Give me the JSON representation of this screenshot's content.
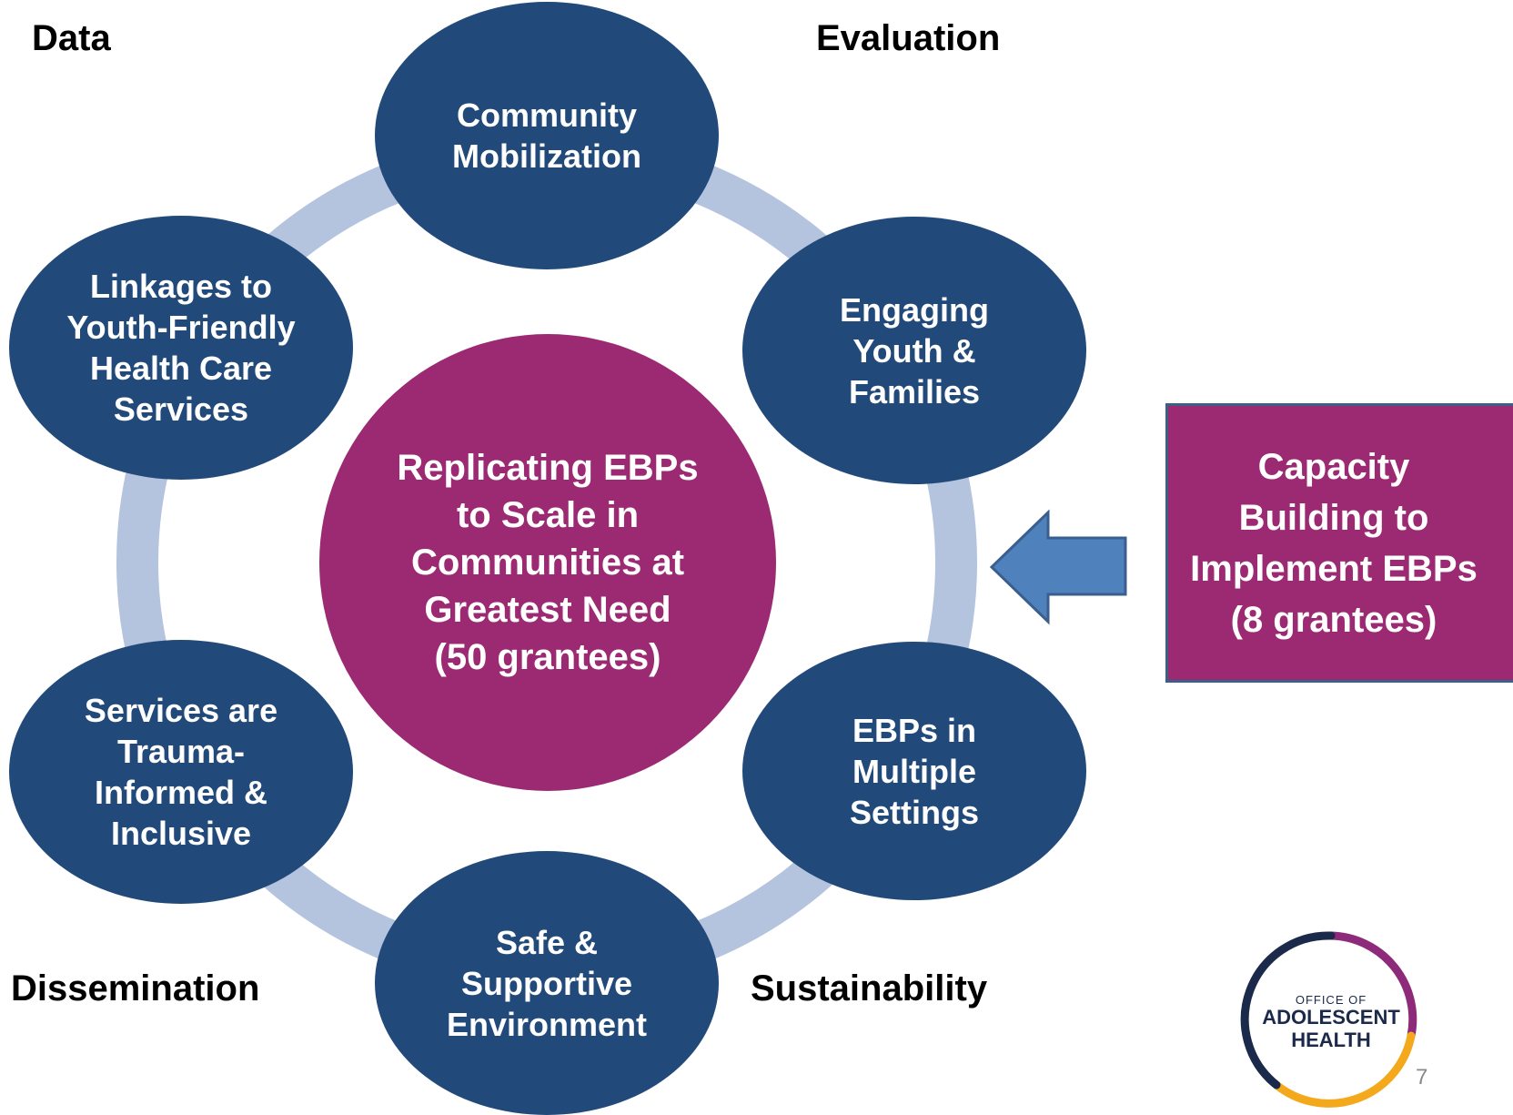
{
  "corners": {
    "top_left": "Data",
    "top_right": "Evaluation",
    "bottom_left": "Dissemination",
    "bottom_right": "Sustainability"
  },
  "center": "Replicating EBPs\nto Scale in\nCommunities at\nGreatest Need\n(50 grantees)",
  "nodes": {
    "top": "Community\nMobilization",
    "upper_right": "Engaging\nYouth &\nFamilies",
    "lower_right": "EBPs in\nMultiple\nSettings",
    "bottom": "Safe &\nSupportive\nEnvironment",
    "lower_left": "Services are\nTrauma-\nInformed &\nInclusive",
    "upper_left": "Linkages to\nYouth-Friendly\nHealth Care\nServices"
  },
  "capacity_box": "Capacity\nBuilding to\nImplement EBPs\n(8 grantees)",
  "logo": {
    "line1": "OFFICE OF",
    "line2": "ADOLESCENT",
    "line3": "HEALTH"
  },
  "page_number": "7",
  "colors": {
    "node_blue": "#21497a",
    "center_magenta": "#9b2a73",
    "ring": "#b4c3de",
    "arrow": "#4f81bd",
    "logo_purple": "#8e2a7a",
    "logo_gold": "#f4a81c",
    "logo_navy": "#1b2a4a"
  }
}
